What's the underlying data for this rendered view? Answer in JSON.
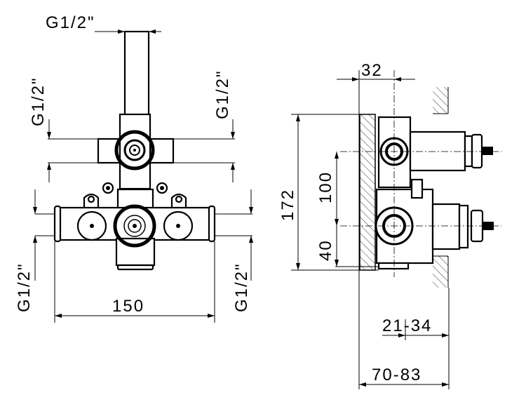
{
  "drawing": {
    "front_view": {
      "top_thread": "G1/2\"",
      "upper_left_thread": "G1/2\"",
      "upper_right_thread": "G1/2\"",
      "lower_left_thread": "G1/2\"",
      "lower_right_thread": "G1/2\"",
      "width_dimension": "150"
    },
    "side_view": {
      "depth_dimension": "32",
      "height_dimension": "172",
      "outlet_spacing": "100",
      "lower_offset": "40",
      "adjust_range_short": "21-34",
      "adjust_range_long": "70-83"
    }
  }
}
